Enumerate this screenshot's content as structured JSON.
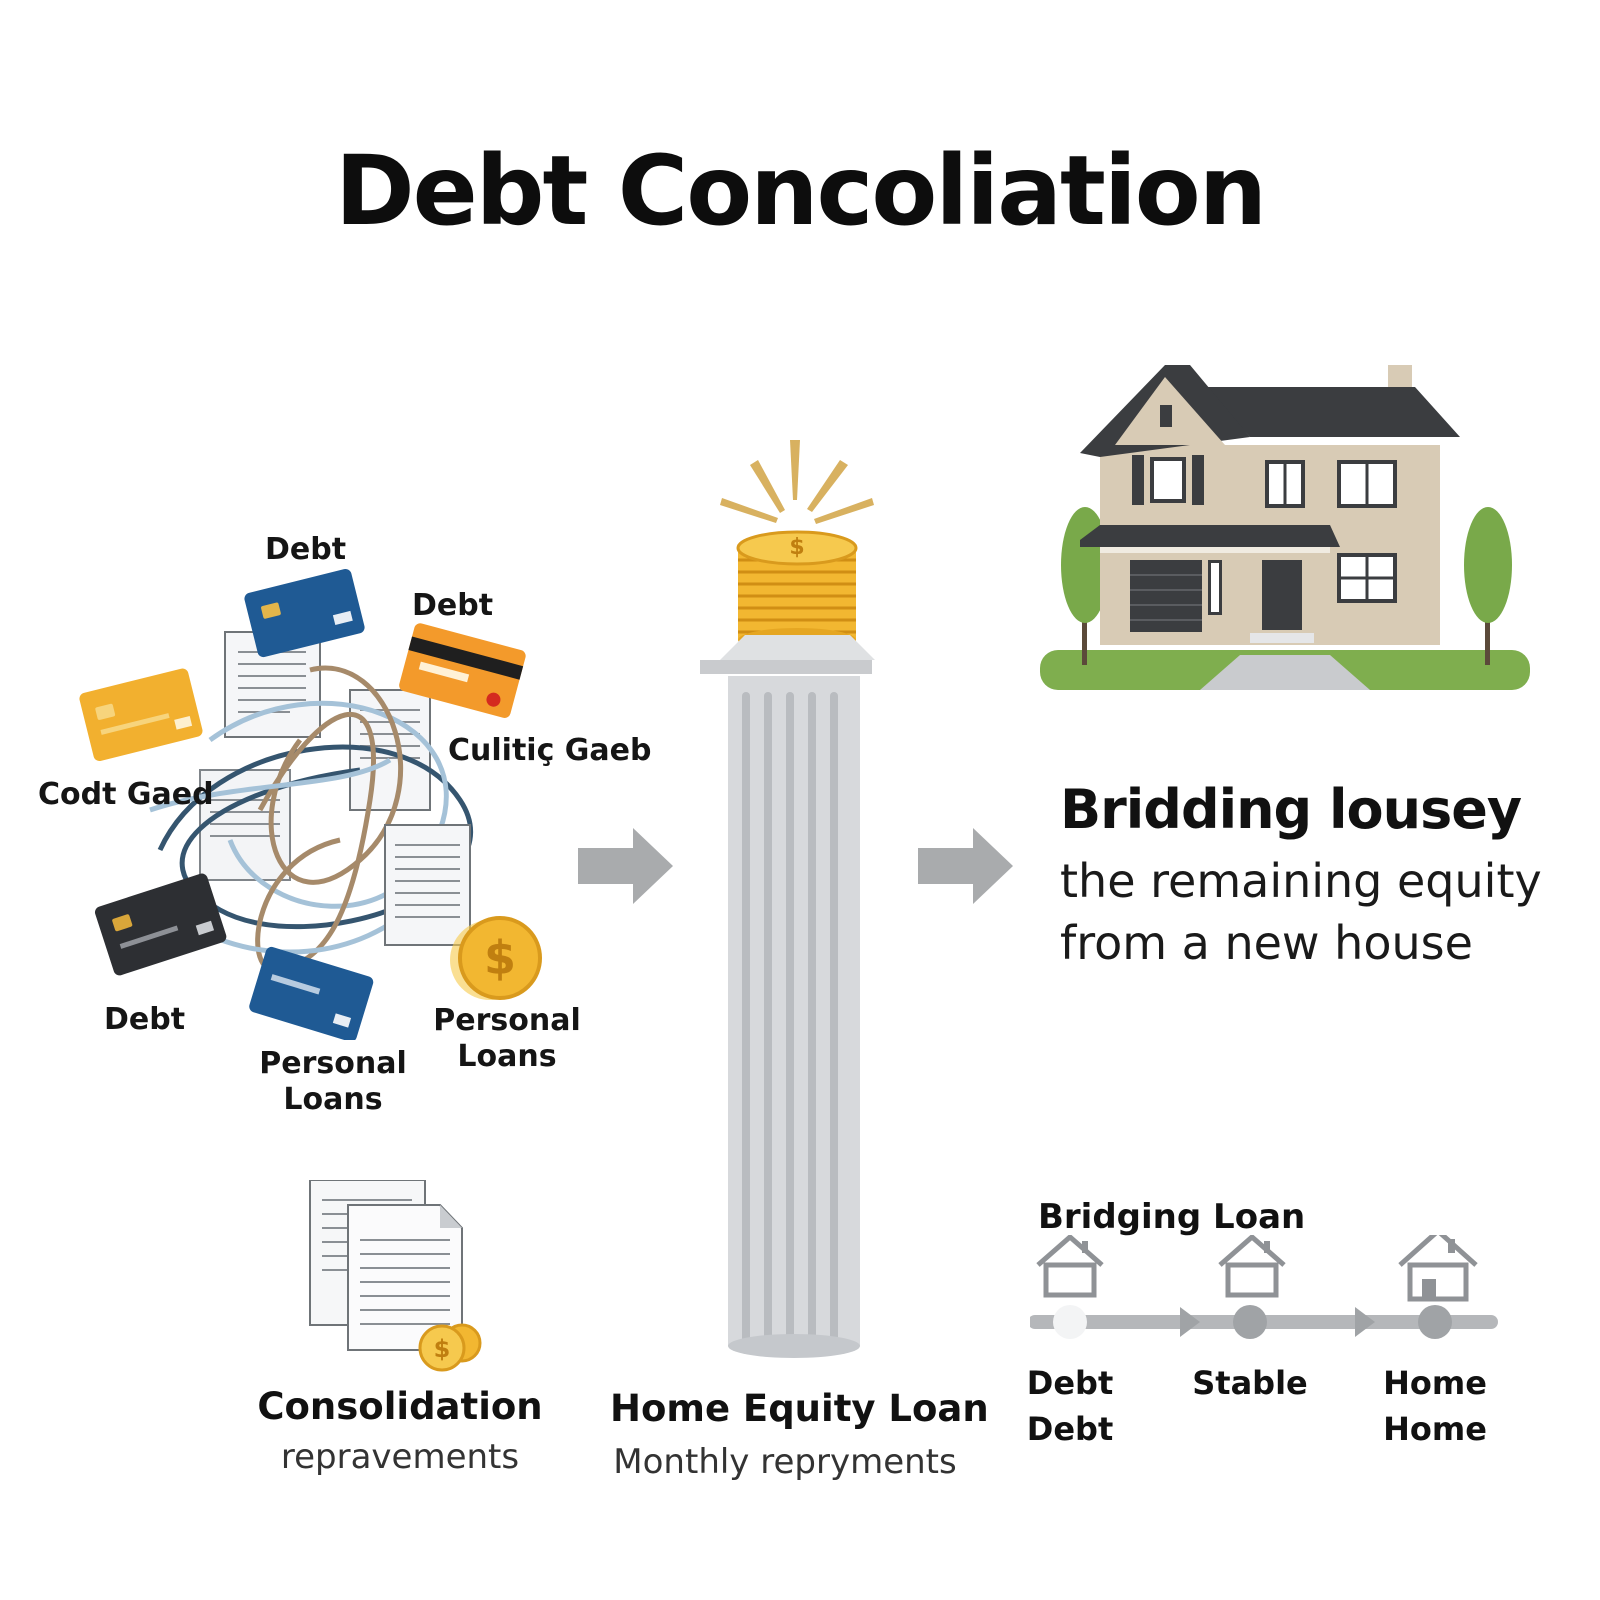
{
  "title": "Debt Concoliation",
  "left_cluster": {
    "labels": {
      "top": "Debt",
      "top_right": "Debt",
      "left": "Codt Gaed",
      "right": "Culitiç Gaeb",
      "bottom_left": "Debt",
      "personal_loans_center_1": "Personal",
      "personal_loans_center_2": "Loans",
      "personal_loans_right_1": "Personal",
      "personal_loans_right_2": "Loans"
    }
  },
  "right_panel": {
    "heading": "Bridding lousey",
    "line1": "the remaining equity",
    "line2": "from a new house"
  },
  "captions": {
    "consolidation_title": "Consolidation",
    "consolidation_sub": "repravements",
    "home_equity_title": "Home Equity Loan",
    "home_equity_sub": "Monthly repryments"
  },
  "timeline": {
    "title": "Bridging Loan",
    "stops": [
      {
        "line1": "Debt",
        "line2": "Debt"
      },
      {
        "line1": "Stable",
        "line2": ""
      },
      {
        "line1": "Home",
        "line2": "Home"
      }
    ]
  },
  "colors": {
    "arrow_gray": "#a9abad",
    "coin_gold": "#f2b731",
    "card_blue": "#1f5a94",
    "card_orange": "#f39a2b",
    "card_dark": "#2d2f33",
    "house_beige": "#d8cbb5",
    "roof_dark": "#3b3d40",
    "grass_green": "#7fae4e"
  }
}
